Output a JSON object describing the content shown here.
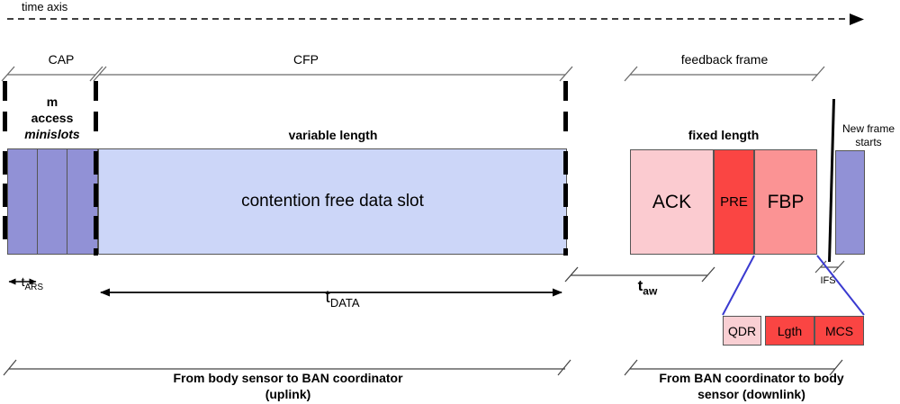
{
  "diagram": {
    "title_axis": "time axis",
    "colors": {
      "minislot_purple": "#9191d6",
      "data_slot_blue": "#ccd6f8",
      "ack_pink": "#fbcbd0",
      "pre_red": "#fa4543",
      "fbp_salmon": "#fb9394",
      "qdr_pink": "#f9cfd3",
      "lgth_red": "#fa4543",
      "mcs_red": "#fa4543",
      "newframe_purple": "#9191d6",
      "connector_blue": "#3a3ad0",
      "outline": "#555555"
    },
    "periods": [
      {
        "id": "cap",
        "label": "CAP"
      },
      {
        "id": "cfp",
        "label": "CFP"
      },
      {
        "id": "feedback",
        "label": "feedback frame"
      }
    ],
    "annotations": {
      "minislots_line1": "m",
      "minislots_line2": "access",
      "minislots_line3": "minislots",
      "variable_length": "variable length",
      "fixed_length": "fixed length",
      "new_frame_line1": "New frame",
      "new_frame_line2": "starts",
      "ifs": "IFS"
    },
    "blocks": {
      "data_slot_label": "contention free data slot",
      "ack": "ACK",
      "pre": "PRE",
      "fbp": "FBP",
      "qdr": "QDR",
      "lgth": "Lgth",
      "mcs": "MCS"
    },
    "durations": {
      "t_ars_base": "t",
      "t_ars_sub": "ARS",
      "t_data_base": "t",
      "t_data_sub": "DATA",
      "t_aw_base": "t",
      "t_aw_sub": "aw"
    },
    "footers": [
      {
        "id": "uplink",
        "line1": "From body sensor to BAN coordinator",
        "line2": "(uplink)"
      },
      {
        "id": "downlink",
        "line1": "From BAN coordinator to body",
        "line2": "sensor (downlink)"
      }
    ],
    "minislot_count": 3
  }
}
